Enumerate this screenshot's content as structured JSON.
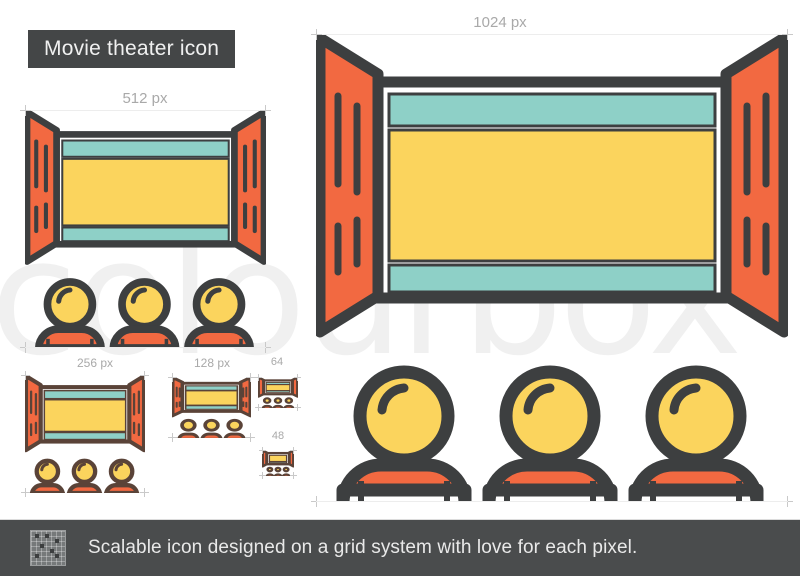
{
  "title": {
    "label": "Movie theater icon"
  },
  "watermark": {
    "text": "colourbox"
  },
  "colors": {
    "outline": "#3d3f40",
    "orange": "#f26941",
    "yellow": "#fbd45d",
    "teal": "#8ed0c7",
    "chip_bg": "#444647",
    "chip_text": "#f0f0f0",
    "footer_bg": "#4a4c4d",
    "footer_text": "#e9e9e9",
    "dim_text": "#a9a9a9",
    "guide": "#c9c9c9",
    "background": "#ffffff"
  },
  "icons": [
    {
      "id": "icon-1024",
      "size_label": "1024 px"
    },
    {
      "id": "icon-512",
      "size_label": "512 px"
    },
    {
      "id": "icon-256",
      "size_label": "256 px"
    },
    {
      "id": "icon-128",
      "size_label": "128 px"
    },
    {
      "id": "icon-64",
      "size_label": "64"
    },
    {
      "id": "icon-48",
      "size_label": "48"
    }
  ],
  "footer": {
    "caption": "Scalable icon designed on a grid system with love for each pixel.",
    "icon_name": "grid-icon"
  }
}
